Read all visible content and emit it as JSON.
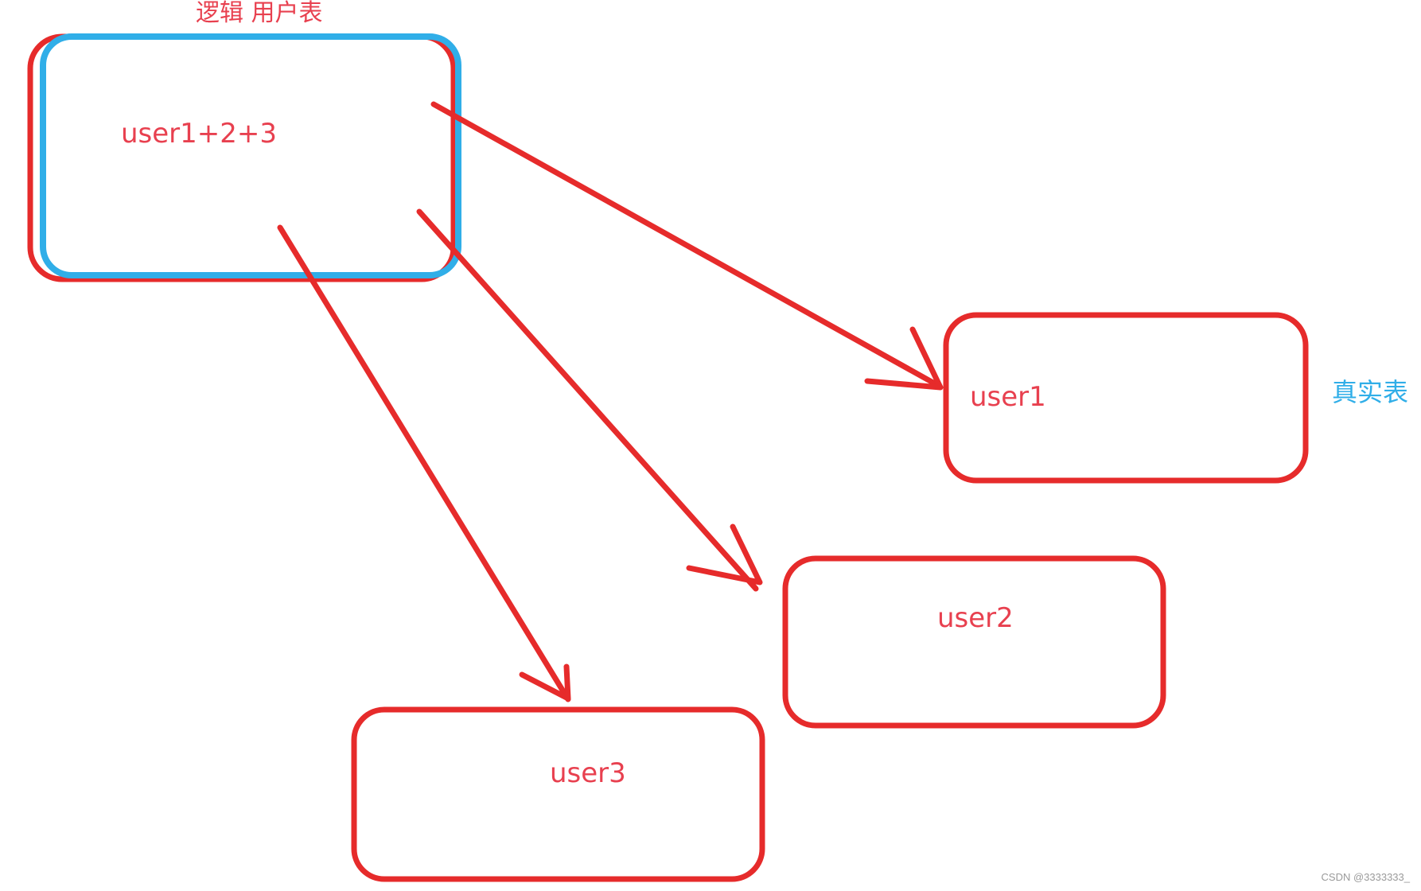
{
  "colors": {
    "red": "#e62b2b",
    "blue": "#30aee8",
    "text_red": "#e8404f",
    "watermark": "#9a9a9a"
  },
  "labels": {
    "logical_table_title": "逻辑 用户表",
    "real_table_title": "真实表"
  },
  "nodes": {
    "logical": {
      "text": "user1+2+3"
    },
    "user1": {
      "text": "user1"
    },
    "user2": {
      "text": "user2"
    },
    "user3": {
      "text": "user3"
    }
  },
  "edges": [
    {
      "from": "logical",
      "to": "user1"
    },
    {
      "from": "logical",
      "to": "user2"
    },
    {
      "from": "logical",
      "to": "user3"
    }
  ],
  "watermark": "CSDN @3333333_"
}
